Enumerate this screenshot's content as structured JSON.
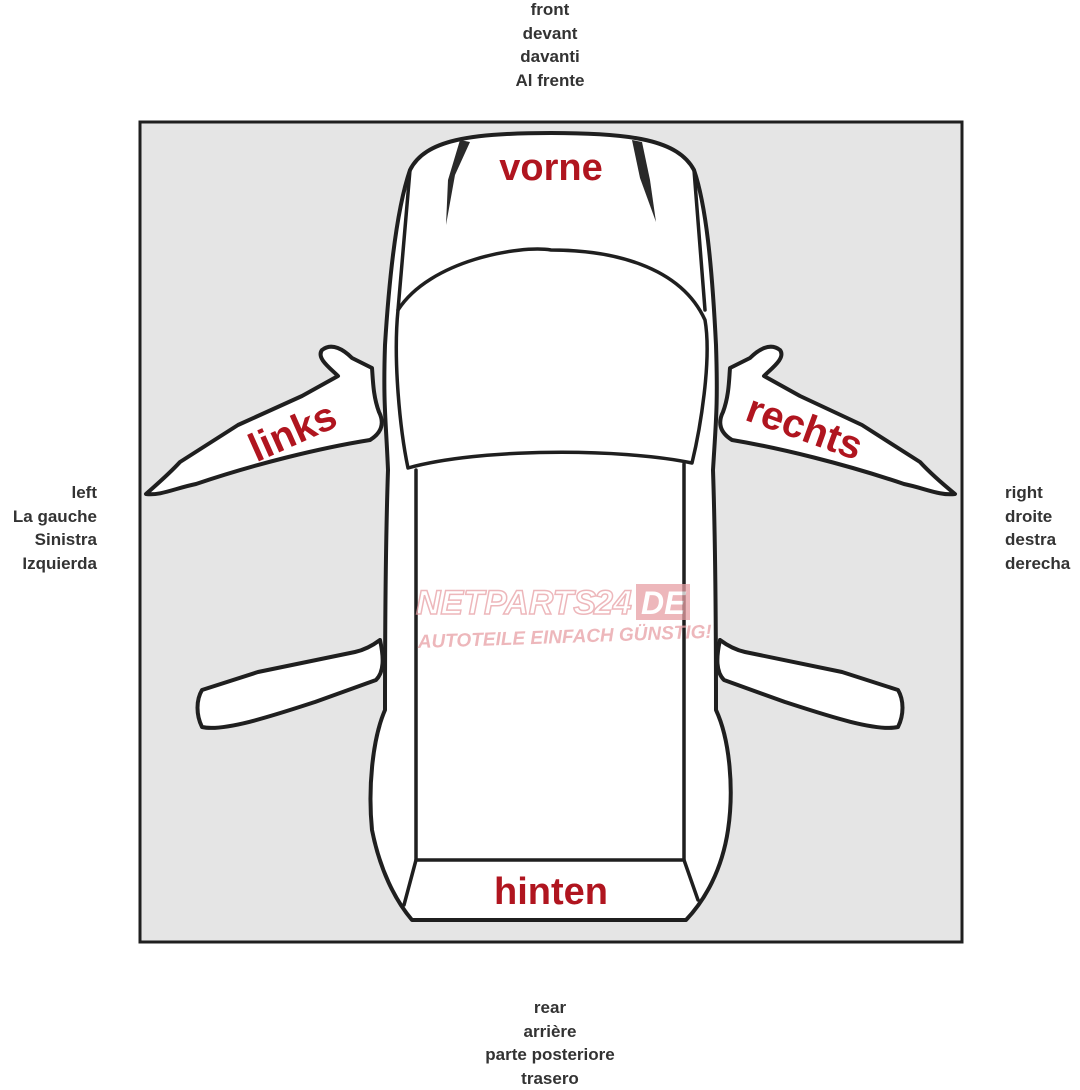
{
  "directions": {
    "front": [
      "front",
      "devant",
      "davanti",
      "Al frente"
    ],
    "rear": [
      "rear",
      "arrière",
      "parte posteriore",
      "trasero"
    ],
    "left": [
      "left",
      "La gauche",
      "Sinistra",
      "Izquierda"
    ],
    "right": [
      "right",
      "droite",
      "destra",
      "derecha"
    ]
  },
  "car_labels": {
    "front": "vorne",
    "rear": "hinten",
    "left": "links",
    "right": "rechts"
  },
  "watermark": {
    "brand": "NETPARTS",
    "brand_number": "24",
    "brand_tld": "DE",
    "slogan": "AUTOTEILE EINFACH GÜNSTIG!"
  },
  "colors": {
    "panel_background": "#e5e5e5",
    "outline": "#1f1f1f",
    "label_red": "#b0151f",
    "watermark": "#e8a0a5"
  }
}
